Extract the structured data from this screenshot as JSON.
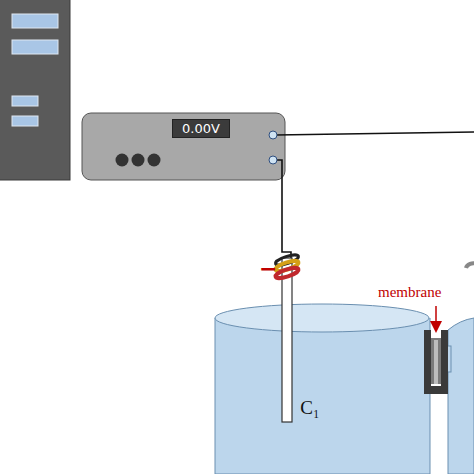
{
  "diagram": {
    "nodes": [
      {
        "text": [
          "0.00V"
        ]
      },
      {
        "text": [
          "C₁"
        ]
      }
    ],
    "labels": [
      "−",
      "membrane"
    ]
  }
}
